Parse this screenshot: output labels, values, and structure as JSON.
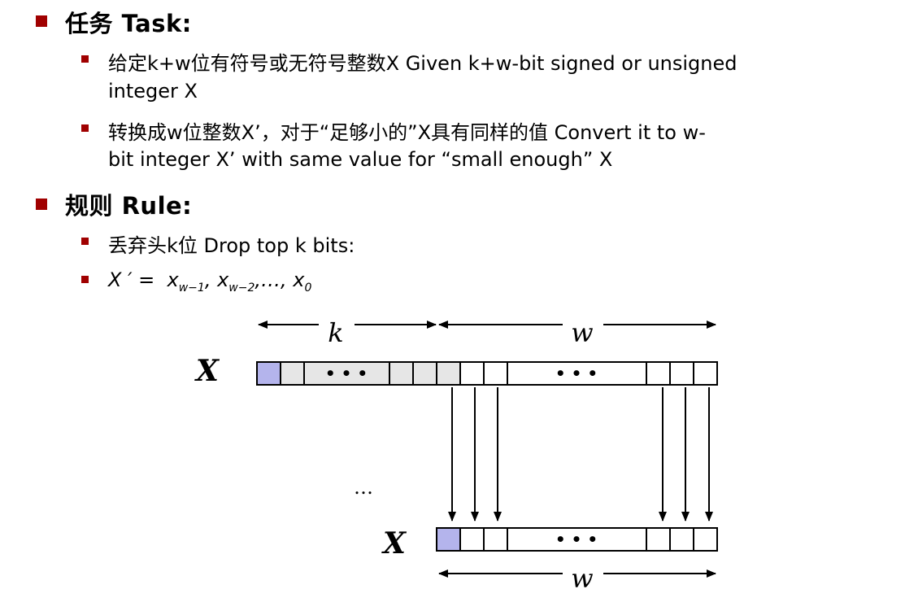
{
  "task": {
    "heading": "任务 Task:",
    "bullets": [
      {
        "line1": "给定k+w位有符号或无符号整数X  Given k+w-bit signed or unsigned",
        "line2": "integer X"
      },
      {
        "line1": "转换成w位整数X’，对于“足够小的”X具有同样的值 Convert it to w-",
        "line2": "bit integer X’ with same value for “small enough” X"
      }
    ]
  },
  "rule": {
    "heading": "规则 Rule:",
    "bullets": [
      {
        "text": "丢弃头k位 Drop top k bits:"
      },
      {
        "lhs": "X ′ =",
        "t1": "x",
        "s1": "w−1",
        "t2": ", x",
        "s2": "w−2",
        "t3": ",…, x",
        "s3": "0"
      }
    ]
  },
  "diagram": {
    "k_label": "k",
    "w_label": "w",
    "w_bottom_label": "w",
    "x_label": "X",
    "x_prime_label": "X",
    "dots": "• • •",
    "middle_ellipsis": "…",
    "colors": {
      "sign_bit": "#b4b4ec",
      "top_k_cells": "#e6e6e6",
      "low_w_cells": "#ffffff",
      "bullet": "#a00000"
    }
  }
}
